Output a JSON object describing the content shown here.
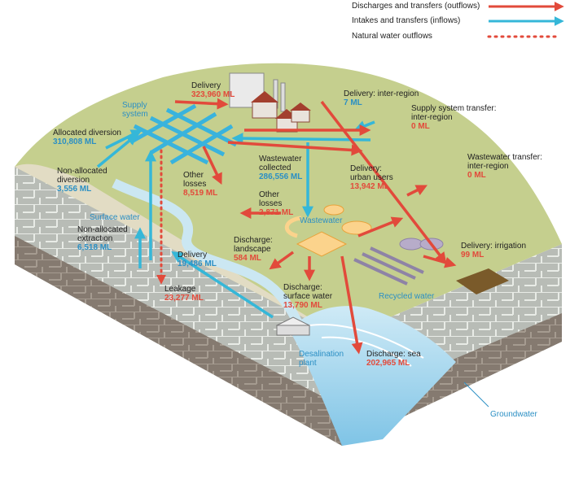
{
  "legend": {
    "outflows": "Discharges and transfers (outflows)",
    "inflows": "Intakes and transfers (inflows)",
    "natural": "Natural water outflows",
    "outflow_color": "#e24a3b",
    "inflow_color": "#35b7d8",
    "natural_color": "#e24a3b"
  },
  "labels": {
    "delivery": {
      "name": "Delivery",
      "value": "323,960 ML"
    },
    "supply_system": {
      "name": "Supply\nsystem"
    },
    "delivery_inter_region": {
      "name": "Delivery: inter-region",
      "value": "7 ML"
    },
    "supply_transfer": {
      "name": "Supply system transfer:\ninter-region",
      "value": "0 ML"
    },
    "allocated_diversion": {
      "name": "Allocated diversion",
      "value": "310,808 ML"
    },
    "wastewater_collected": {
      "name": "Wastewater\ncollected",
      "value": "286,556 ML"
    },
    "wastewater_transfer": {
      "name": "Wastewater transfer:\ninter-region",
      "value": "0 ML"
    },
    "non_allocated_diversion": {
      "name": "Non-allocated\ndiversion",
      "value": "3,556 ML"
    },
    "other_losses_1": {
      "name": "Other\nlosses",
      "value": "8,519 ML"
    },
    "delivery_urban": {
      "name": "Delivery:\nurban users",
      "value": "13,942 ML"
    },
    "other_losses_2": {
      "name": "Other\nlosses",
      "value": "2,871 ML"
    },
    "surface_water": {
      "name": "Surface water"
    },
    "wastewater": {
      "name": "Wastewater"
    },
    "non_allocated_extraction": {
      "name": "Non-allocated\nextraction",
      "value": "6,518 ML"
    },
    "discharge_landscape": {
      "name": "Discharge:\nlandscape",
      "value": "584 ML"
    },
    "delivery_irrigation": {
      "name": "Delivery: irrigation",
      "value": "99 ML"
    },
    "delivery_2": {
      "name": "Delivery",
      "value": "19,486 ML"
    },
    "recycled_water": {
      "name": "Recycled water"
    },
    "leakage": {
      "name": "Leakage",
      "value": "23,277 ML"
    },
    "discharge_surface": {
      "name": "Discharge:\nsurface water",
      "value": "13,790 ML"
    },
    "desalination": {
      "name": "Desalination\nplant"
    },
    "discharge_sea": {
      "name": "Discharge: sea",
      "value": "202,965 ML"
    },
    "groundwater": {
      "name": "Groundwater"
    }
  }
}
